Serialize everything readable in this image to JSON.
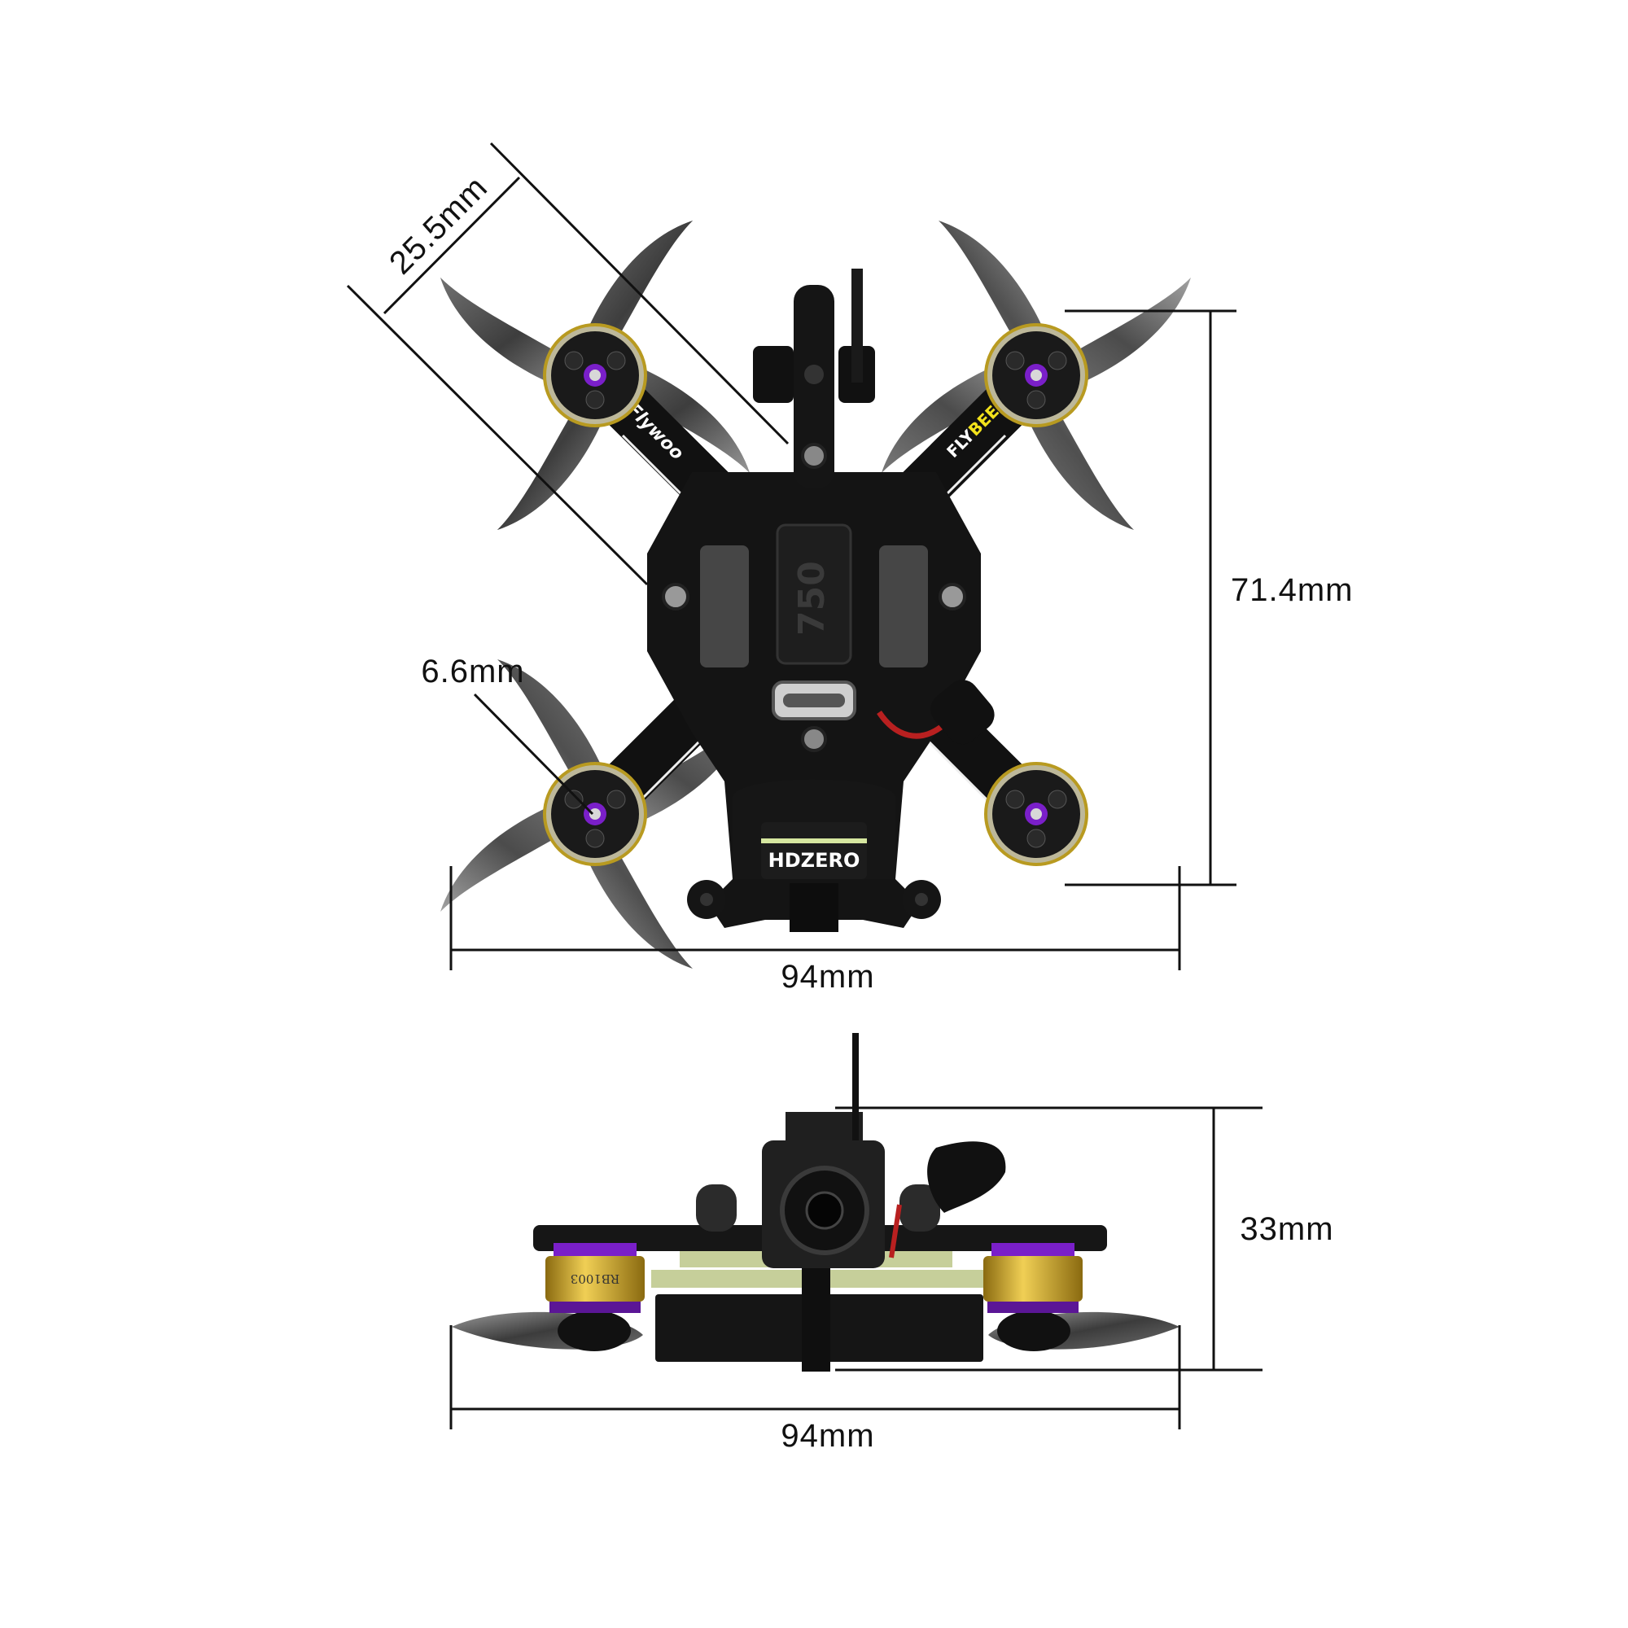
{
  "top_view": {
    "diagonal_motor_spacing": "25.5mm",
    "height": "71.4mm",
    "width": "94mm",
    "motor_shaft": "6.6mm",
    "labels": {
      "camera_brand": "HDZERO",
      "frame_brand": "FLYBEE",
      "frame_brand_accent": "BEE",
      "frame_brand_main": "FLY",
      "battery_mark": "750",
      "logo": "Flywoo"
    }
  },
  "side_view": {
    "height": "33mm",
    "width": "94mm",
    "labels": {
      "motor_model": "RB1003"
    }
  },
  "colors": {
    "frame": "#111111",
    "prop": "#4a4a4a",
    "motor_accent": "#7a1fc9",
    "motor_bell": "#c9a227",
    "brand_yellow": "#f2e21b",
    "dimension_line": "#111111"
  }
}
